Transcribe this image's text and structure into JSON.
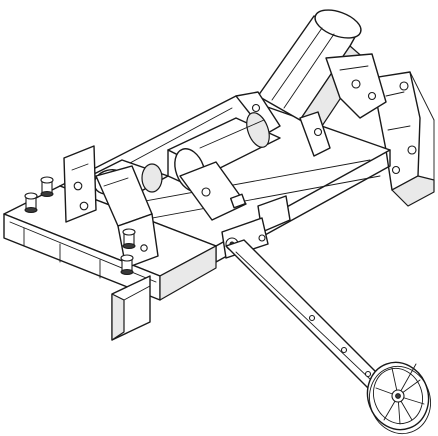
{
  "figure": {
    "colors": {
      "line": "#1a1a1a",
      "fill": "#ffffff",
      "shade": "#e9e9e9",
      "dark": "#3a3a3a"
    },
    "parts": [
      "base-frame",
      "side-channel",
      "trough-idler-roller-left",
      "trough-idler-roller-center",
      "trough-idler-roller-right",
      "support-brackets",
      "mounting-bolts",
      "swing-arm",
      "sensor-wheel"
    ]
  }
}
